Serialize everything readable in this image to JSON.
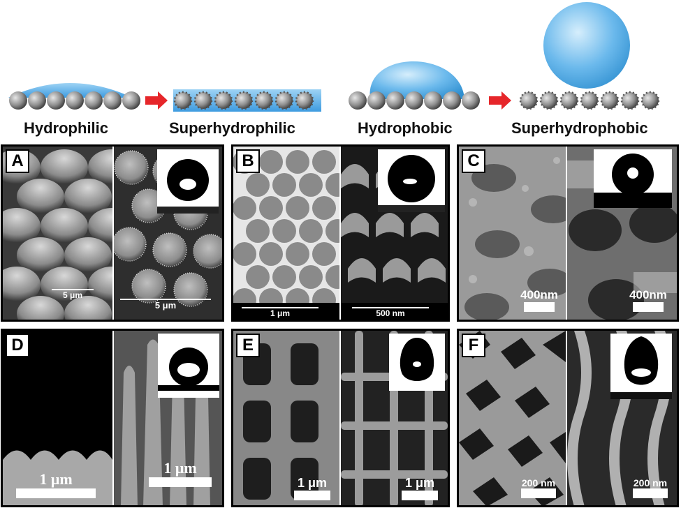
{
  "schematic": {
    "labels": [
      "Hydrophilic",
      "Superhydrophilic",
      "Hydrophobic",
      "Superhydrophobic"
    ],
    "colors": {
      "droplet": "#5aaee6",
      "bead": "#8f8f8f",
      "arrow": "#e6262a"
    }
  },
  "panels": [
    {
      "letter": "A",
      "scale_left": "5 μm",
      "scale_right": "5 μm"
    },
    {
      "letter": "B",
      "scale_left": "1 μm",
      "scale_right": "500 nm"
    },
    {
      "letter": "C",
      "scale_left": "400nm",
      "scale_right": "400nm"
    },
    {
      "letter": "D",
      "scale_left": "1 μm",
      "scale_right": "1 μm"
    },
    {
      "letter": "E",
      "scale_left": "1 μm",
      "scale_right": "1 μm"
    },
    {
      "letter": "F",
      "scale_left": "200 nm",
      "scale_right": "200 nm"
    }
  ]
}
